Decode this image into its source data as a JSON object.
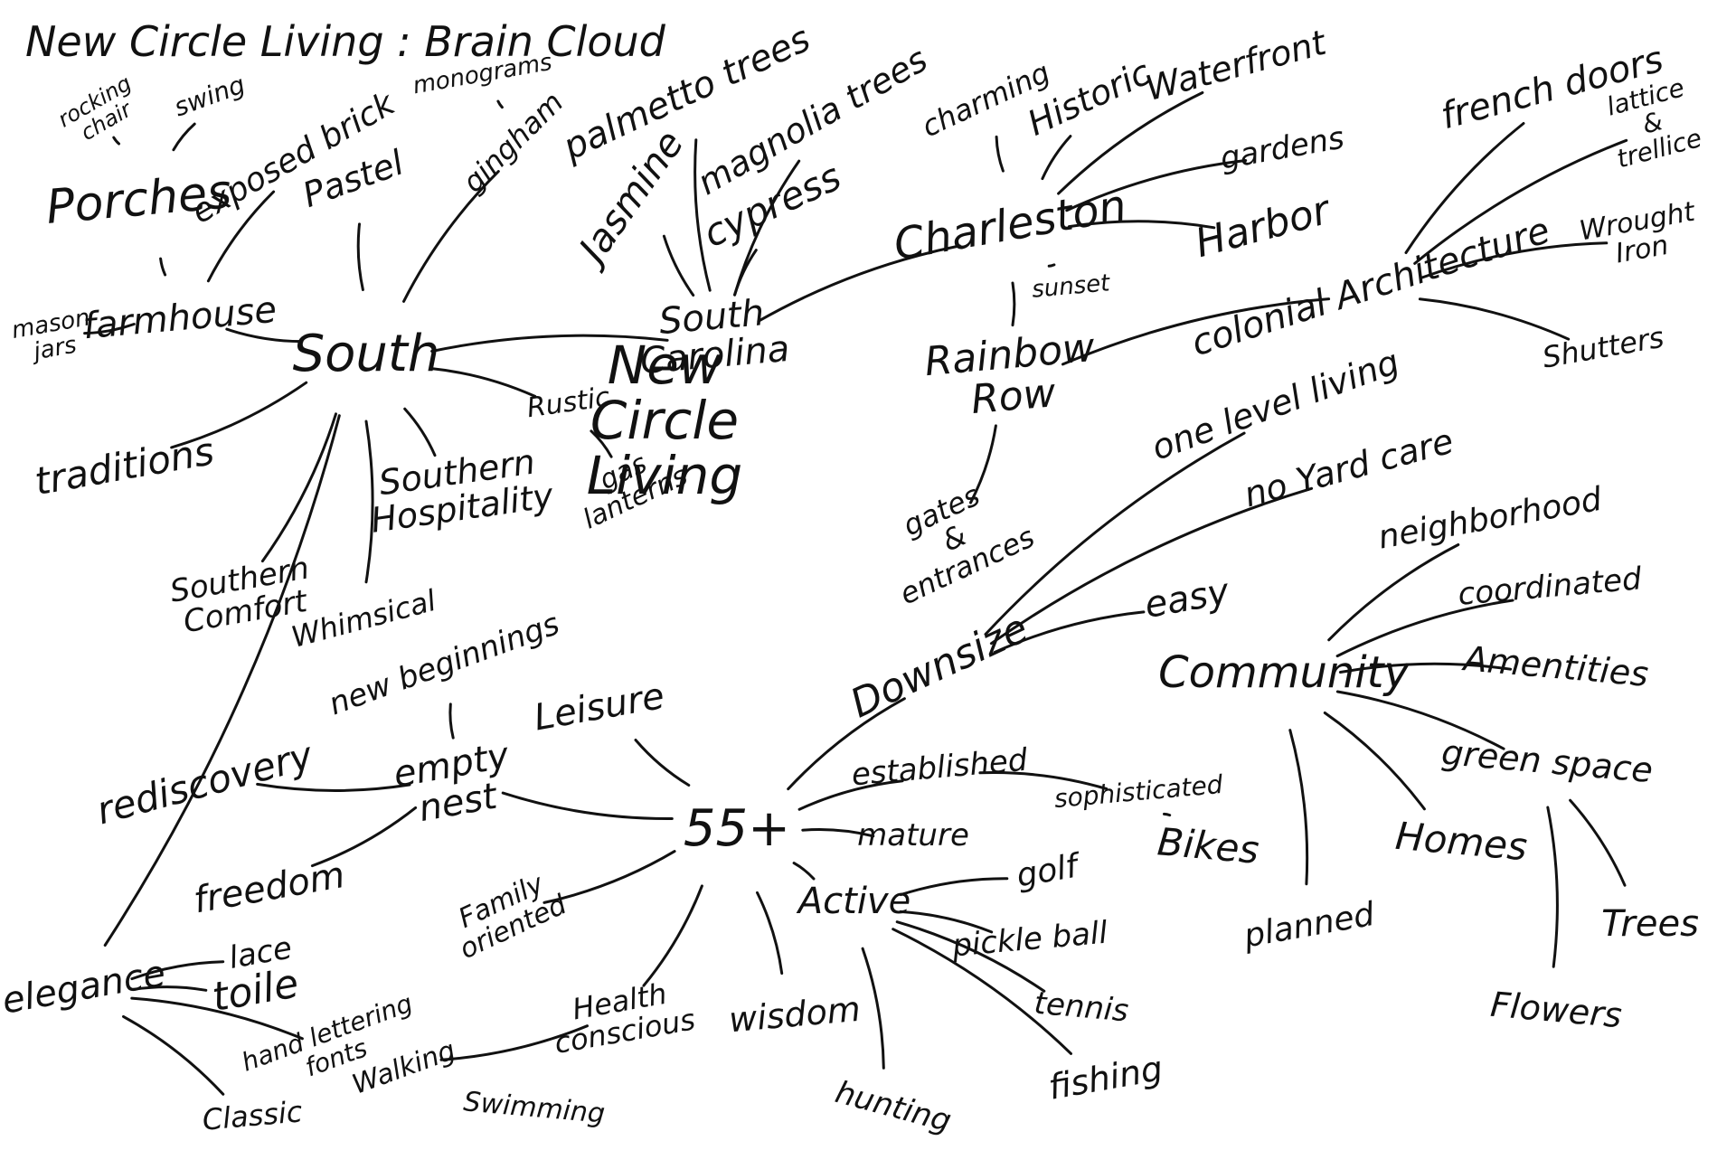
{
  "title": "New Circle Living : Brain Cloud",
  "ink_color": "#111111",
  "background_color": "#ffffff",
  "nodes": [
    {
      "id": "new-circle-living",
      "text": "New Circle Living"
    },
    {
      "id": "south",
      "text": "South"
    },
    {
      "id": "farmhouse",
      "text": "farmhouse"
    },
    {
      "id": "mason-jars",
      "text": "mason jars"
    },
    {
      "id": "porches",
      "text": "Porches"
    },
    {
      "id": "rocking-chair",
      "text": "rocking chair"
    },
    {
      "id": "swing",
      "text": "swing"
    },
    {
      "id": "exposed-brick",
      "text": "exposed brick"
    },
    {
      "id": "pastel",
      "text": "Pastel"
    },
    {
      "id": "monograms",
      "text": "monograms"
    },
    {
      "id": "gingham",
      "text": "gingham"
    },
    {
      "id": "traditions",
      "text": "traditions"
    },
    {
      "id": "southern-hospitality",
      "text": "Southern Hospitality"
    },
    {
      "id": "rustic",
      "text": "Rustic"
    },
    {
      "id": "gas-lanterns",
      "text": "gas lanterns"
    },
    {
      "id": "southern-comfort",
      "text": "Southern Comfort"
    },
    {
      "id": "whimsical",
      "text": "Whimsical"
    },
    {
      "id": "south-carolina",
      "text": "South Carolina"
    },
    {
      "id": "palmetto-trees",
      "text": "palmetto trees"
    },
    {
      "id": "jasmine",
      "text": "Jasmine"
    },
    {
      "id": "magnolia-trees",
      "text": "magnolia trees"
    },
    {
      "id": "cypress",
      "text": "cypress"
    },
    {
      "id": "charleston",
      "text": "Charleston"
    },
    {
      "id": "charming",
      "text": "charming"
    },
    {
      "id": "historic",
      "text": "Historic"
    },
    {
      "id": "waterfront",
      "text": "Waterfront"
    },
    {
      "id": "gardens",
      "text": "gardens"
    },
    {
      "id": "harbor",
      "text": "Harbor"
    },
    {
      "id": "sunset",
      "text": "sunset"
    },
    {
      "id": "rainbow-row",
      "text": "Rainbow Row"
    },
    {
      "id": "colonial-architecture",
      "text": "colonial Architecture"
    },
    {
      "id": "french-doors",
      "text": "french doors"
    },
    {
      "id": "lattice-trellice",
      "text": "lattice & trellice"
    },
    {
      "id": "wrought-iron",
      "text": "Wrought Iron"
    },
    {
      "id": "shutters",
      "text": "Shutters"
    },
    {
      "id": "gates-entrances",
      "text": "gates & entrances"
    },
    {
      "id": "one-level-living",
      "text": "one level living"
    },
    {
      "id": "no-yard-care",
      "text": "no Yard care"
    },
    {
      "id": "easy",
      "text": "easy"
    },
    {
      "id": "downsize",
      "text": "Downsize"
    },
    {
      "id": "community",
      "text": "Community"
    },
    {
      "id": "neighborhood",
      "text": "neighborhood"
    },
    {
      "id": "coordinated",
      "text": "coordinated"
    },
    {
      "id": "amenities",
      "text": "Amentities"
    },
    {
      "id": "green-space",
      "text": "green space"
    },
    {
      "id": "homes",
      "text": "Homes"
    },
    {
      "id": "planned",
      "text": "planned"
    },
    {
      "id": "trees",
      "text": "Trees"
    },
    {
      "id": "flowers",
      "text": "Flowers"
    },
    {
      "id": "fifty-five-plus",
      "text": "55+"
    },
    {
      "id": "leisure",
      "text": "Leisure"
    },
    {
      "id": "established",
      "text": "established"
    },
    {
      "id": "sophisticated",
      "text": "sophisticated"
    },
    {
      "id": "mature",
      "text": "mature"
    },
    {
      "id": "bikes",
      "text": "Bikes"
    },
    {
      "id": "active",
      "text": "Active"
    },
    {
      "id": "golf",
      "text": "golf"
    },
    {
      "id": "pickleball",
      "text": "pickle ball"
    },
    {
      "id": "tennis",
      "text": "tennis"
    },
    {
      "id": "fishing",
      "text": "fishing"
    },
    {
      "id": "hunting",
      "text": "hunting"
    },
    {
      "id": "wisdom",
      "text": "wisdom"
    },
    {
      "id": "health-conscious",
      "text": "Health conscious"
    },
    {
      "id": "walking",
      "text": "Walking"
    },
    {
      "id": "swimming",
      "text": "Swimming"
    },
    {
      "id": "family-oriented",
      "text": "Family oriented"
    },
    {
      "id": "empty-nest",
      "text": "empty nest"
    },
    {
      "id": "new-beginnings",
      "text": "new beginnings"
    },
    {
      "id": "rediscovery",
      "text": "rediscovery"
    },
    {
      "id": "freedom",
      "text": "freedom"
    },
    {
      "id": "elegance",
      "text": "elegance"
    },
    {
      "id": "lace",
      "text": "lace"
    },
    {
      "id": "toile",
      "text": "toile"
    },
    {
      "id": "hand-lettering-fonts",
      "text": "hand lettering fonts"
    },
    {
      "id": "classic",
      "text": "Classic"
    }
  ],
  "edges": [
    [
      "south",
      "farmhouse"
    ],
    [
      "farmhouse",
      "mason-jars"
    ],
    [
      "farmhouse",
      "porches"
    ],
    [
      "porches",
      "rocking-chair"
    ],
    [
      "porches",
      "swing"
    ],
    [
      "farmhouse",
      "exposed-brick"
    ],
    [
      "south",
      "pastel"
    ],
    [
      "south",
      "gingham"
    ],
    [
      "gingham",
      "monograms"
    ],
    [
      "south",
      "traditions"
    ],
    [
      "south",
      "southern-hospitality"
    ],
    [
      "south",
      "rustic"
    ],
    [
      "south",
      "southern-comfort"
    ],
    [
      "south",
      "whimsical"
    ],
    [
      "south",
      "elegance"
    ],
    [
      "south",
      "south-carolina"
    ],
    [
      "rustic",
      "gas-lanterns"
    ],
    [
      "south-carolina",
      "palmetto-trees"
    ],
    [
      "south-carolina",
      "jasmine"
    ],
    [
      "south-carolina",
      "magnolia-trees"
    ],
    [
      "south-carolina",
      "cypress"
    ],
    [
      "south-carolina",
      "charleston"
    ],
    [
      "charleston",
      "charming"
    ],
    [
      "charleston",
      "historic"
    ],
    [
      "charleston",
      "waterfront"
    ],
    [
      "charleston",
      "gardens"
    ],
    [
      "charleston",
      "harbor"
    ],
    [
      "charleston",
      "sunset"
    ],
    [
      "charleston",
      "rainbow-row"
    ],
    [
      "rainbow-row",
      "colonial-architecture"
    ],
    [
      "rainbow-row",
      "gates-entrances"
    ],
    [
      "colonial-architecture",
      "french-doors"
    ],
    [
      "colonial-architecture",
      "lattice-trellice"
    ],
    [
      "colonial-architecture",
      "wrought-iron"
    ],
    [
      "colonial-architecture",
      "shutters"
    ],
    [
      "fifty-five-plus",
      "downsize"
    ],
    [
      "downsize",
      "one-level-living"
    ],
    [
      "downsize",
      "no-yard-care"
    ],
    [
      "downsize",
      "easy"
    ],
    [
      "fifty-five-plus",
      "leisure"
    ],
    [
      "fifty-five-plus",
      "established"
    ],
    [
      "established",
      "sophisticated"
    ],
    [
      "fifty-five-plus",
      "mature"
    ],
    [
      "fifty-five-plus",
      "active"
    ],
    [
      "fifty-five-plus",
      "wisdom"
    ],
    [
      "fifty-five-plus",
      "health-conscious"
    ],
    [
      "fifty-five-plus",
      "family-oriented"
    ],
    [
      "fifty-five-plus",
      "empty-nest"
    ],
    [
      "sophisticated",
      "bikes"
    ],
    [
      "active",
      "golf"
    ],
    [
      "active",
      "pickleball"
    ],
    [
      "active",
      "tennis"
    ],
    [
      "active",
      "fishing"
    ],
    [
      "active",
      "hunting"
    ],
    [
      "health-conscious",
      "walking"
    ],
    [
      "empty-nest",
      "new-beginnings"
    ],
    [
      "empty-nest",
      "rediscovery"
    ],
    [
      "empty-nest",
      "freedom"
    ],
    [
      "elegance",
      "lace"
    ],
    [
      "elegance",
      "toile"
    ],
    [
      "elegance",
      "hand-lettering-fonts"
    ],
    [
      "elegance",
      "classic"
    ],
    [
      "community",
      "neighborhood"
    ],
    [
      "community",
      "coordinated"
    ],
    [
      "community",
      "amenities"
    ],
    [
      "community",
      "green-space"
    ],
    [
      "community",
      "homes"
    ],
    [
      "community",
      "planned"
    ],
    [
      "green-space",
      "trees"
    ],
    [
      "green-space",
      "flowers"
    ]
  ]
}
